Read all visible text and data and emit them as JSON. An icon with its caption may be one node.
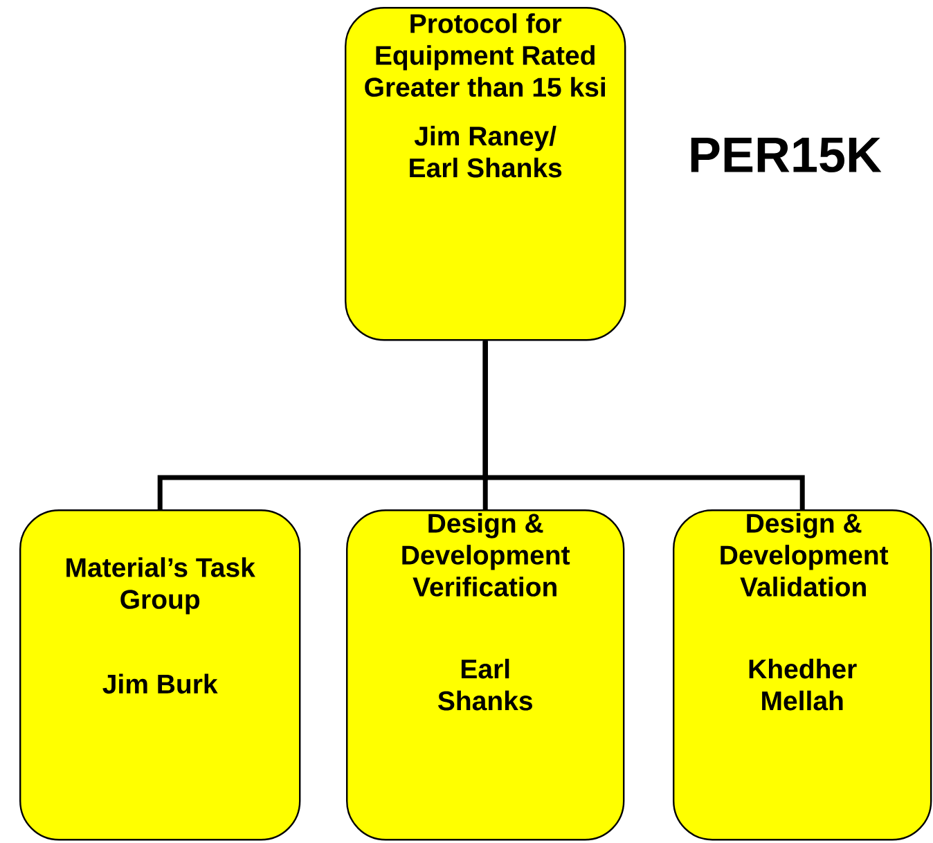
{
  "diagram": {
    "nodes": [
      {
        "text": [
          "Protocol for Equipment Rated Greater than 15 ksi",
          "Jim Raney/ Earl Shanks"
        ]
      },
      {
        "text": [
          "Material’s Task Group",
          "Jim Burk"
        ]
      },
      {
        "text": [
          "Design & Development Verification",
          "Earl Shanks"
        ]
      },
      {
        "text": [
          "Design & Development Validation",
          "Khedher Mellah"
        ]
      }
    ],
    "edges": [
      {
        "from": 0,
        "to": 1,
        "arrow": "none"
      },
      {
        "from": 0,
        "to": 2,
        "arrow": "none"
      },
      {
        "from": 0,
        "to": 3,
        "arrow": "none"
      }
    ],
    "labels": [
      "PER15K"
    ]
  }
}
